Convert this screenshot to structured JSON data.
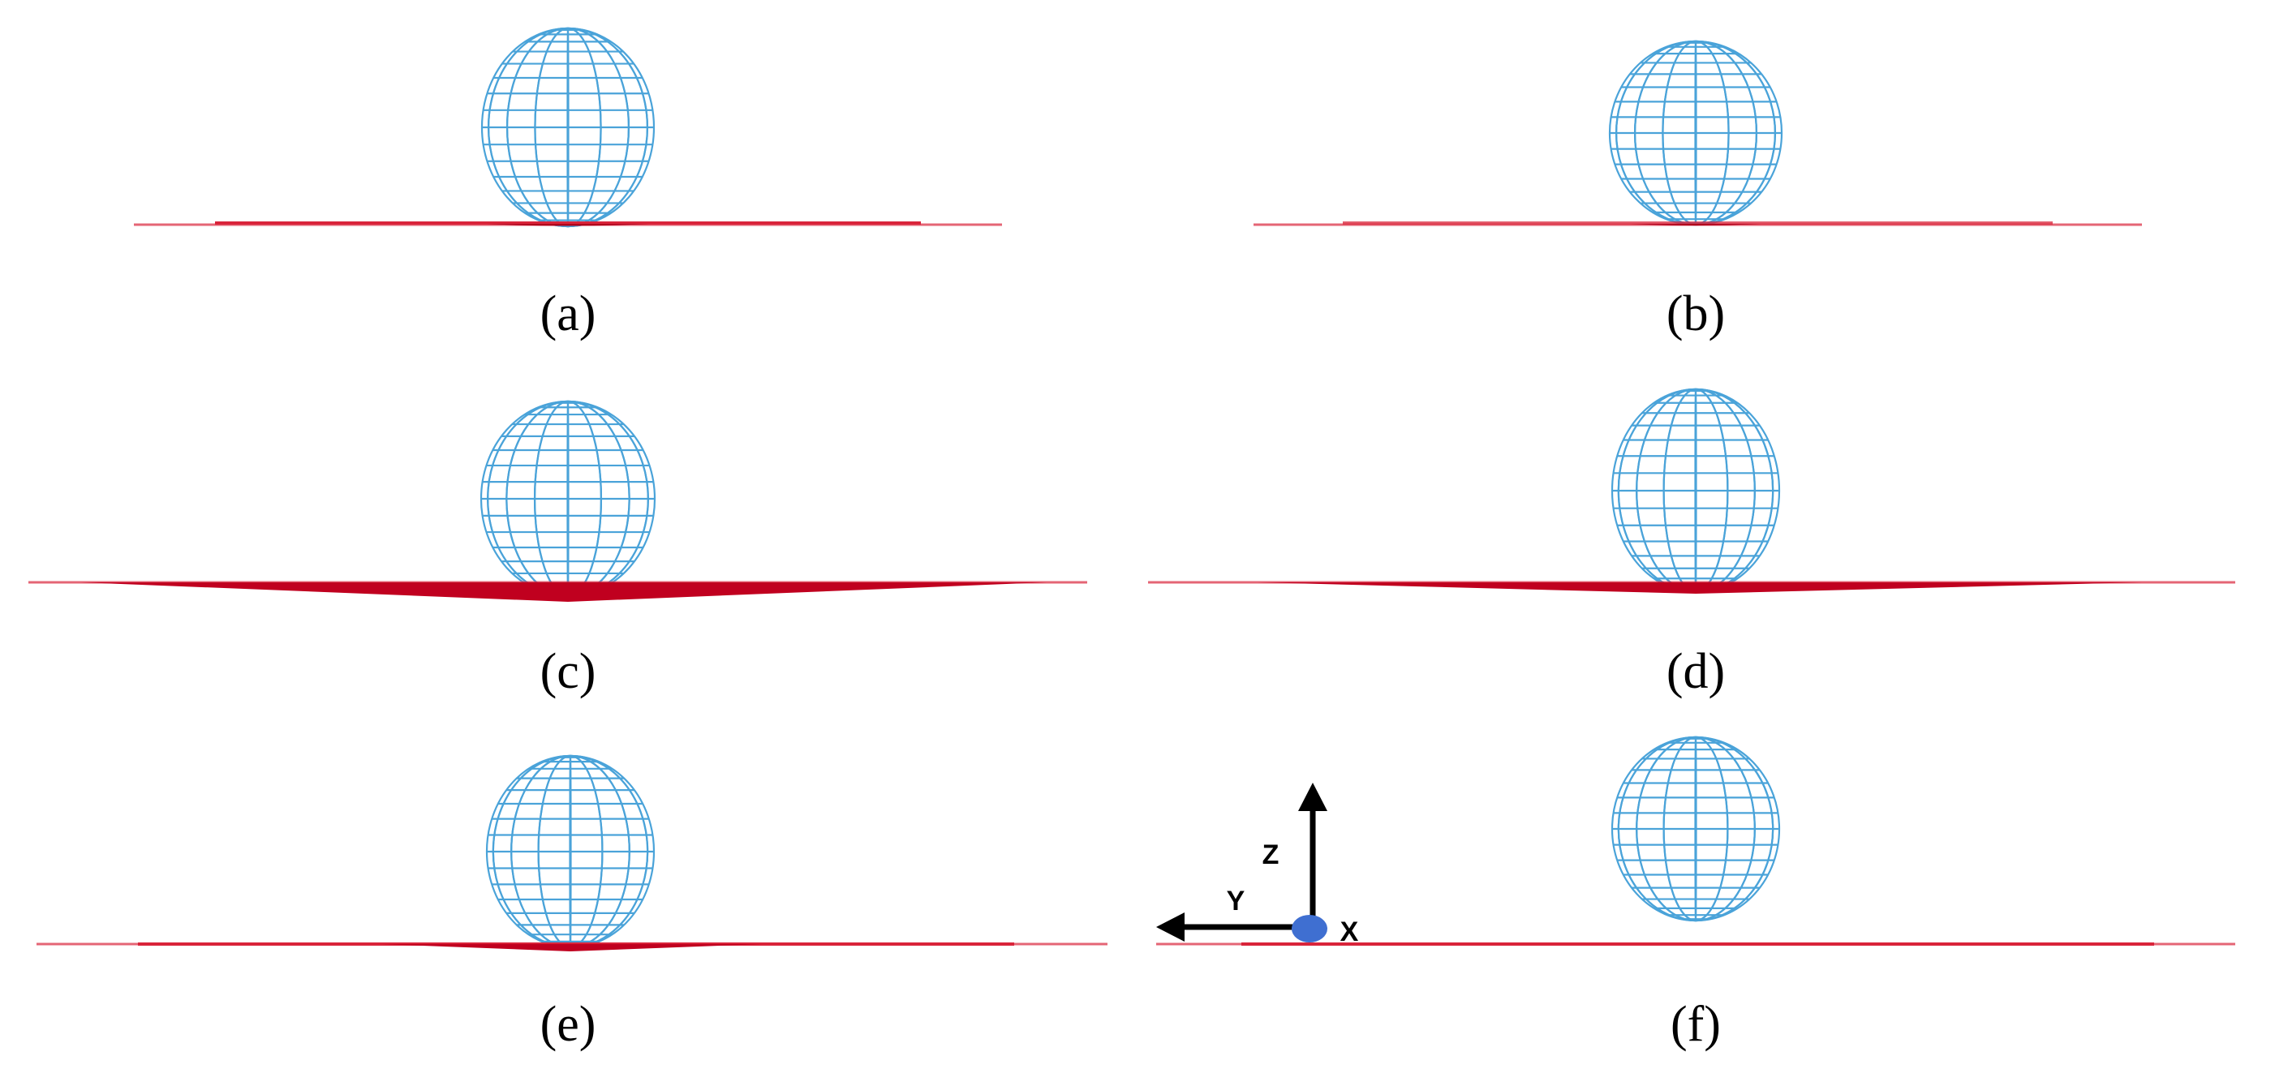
{
  "colors": {
    "mesh": "#4aa3d9",
    "ground": "#d9243a",
    "ground_dark": "#b0001a",
    "axis_arrow": "#000000",
    "x_axis_marker": "#3f6fd1"
  },
  "panels": [
    {
      "id": "a",
      "caption": "(a)"
    },
    {
      "id": "b",
      "caption": "(b)"
    },
    {
      "id": "c",
      "caption": "(c)"
    },
    {
      "id": "d",
      "caption": "(d)"
    },
    {
      "id": "e",
      "caption": "(e)"
    },
    {
      "id": "f",
      "caption": "(f)"
    }
  ],
  "axes": {
    "z_label": "Z",
    "y_label": "Y",
    "x_label": "X"
  }
}
